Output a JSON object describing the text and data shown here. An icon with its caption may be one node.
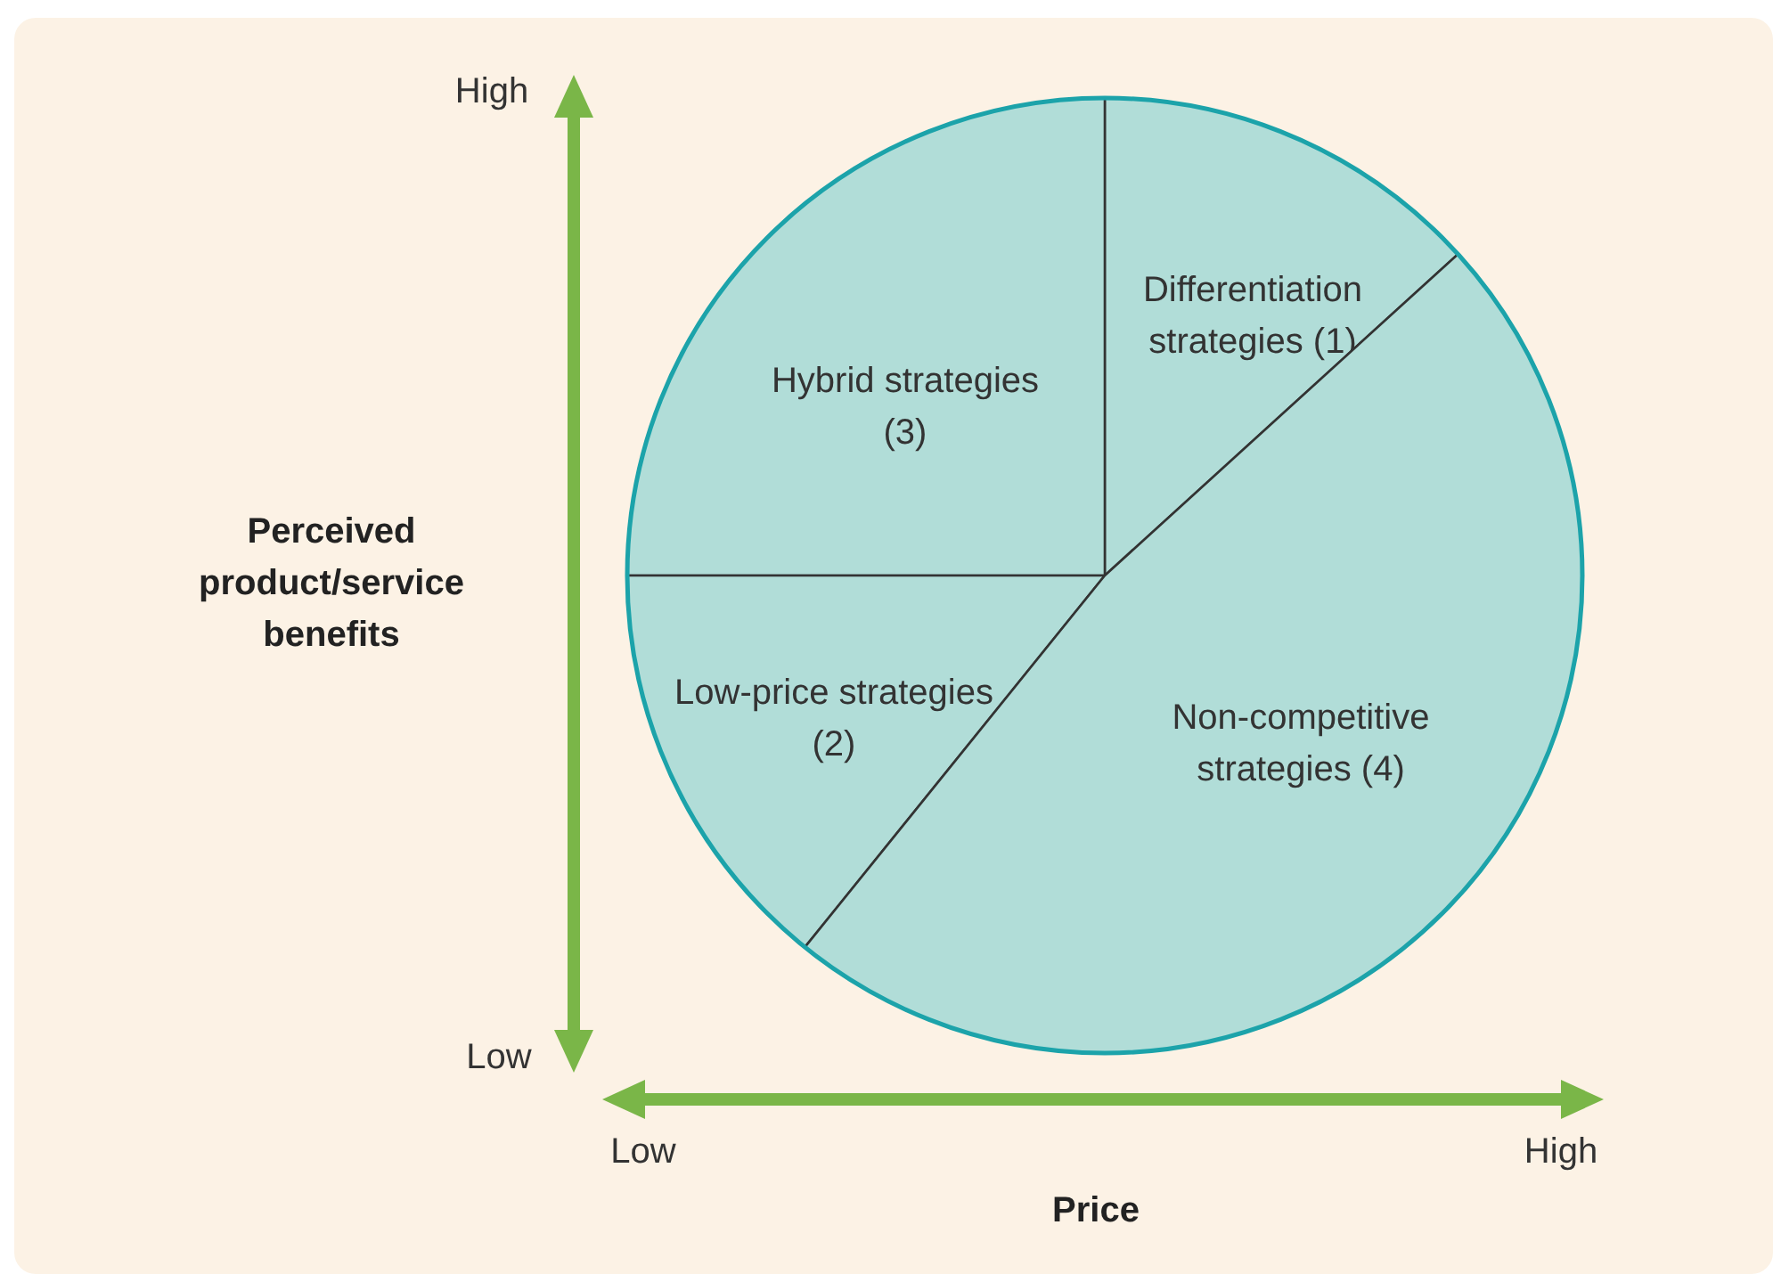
{
  "diagram": {
    "nodes": [
      {
        "text": [
          "Differentiation strategies (1)"
        ]
      },
      {
        "text": [
          "Hybrid strategies (3)"
        ]
      },
      {
        "text": [
          "Low-price strategies (2)"
        ]
      },
      {
        "text": [
          "Non-competitive strategies (4)"
        ]
      }
    ],
    "labels": [
      "High",
      "Perceived product/service benefits",
      "Low",
      "Low",
      "High",
      "Price"
    ]
  }
}
